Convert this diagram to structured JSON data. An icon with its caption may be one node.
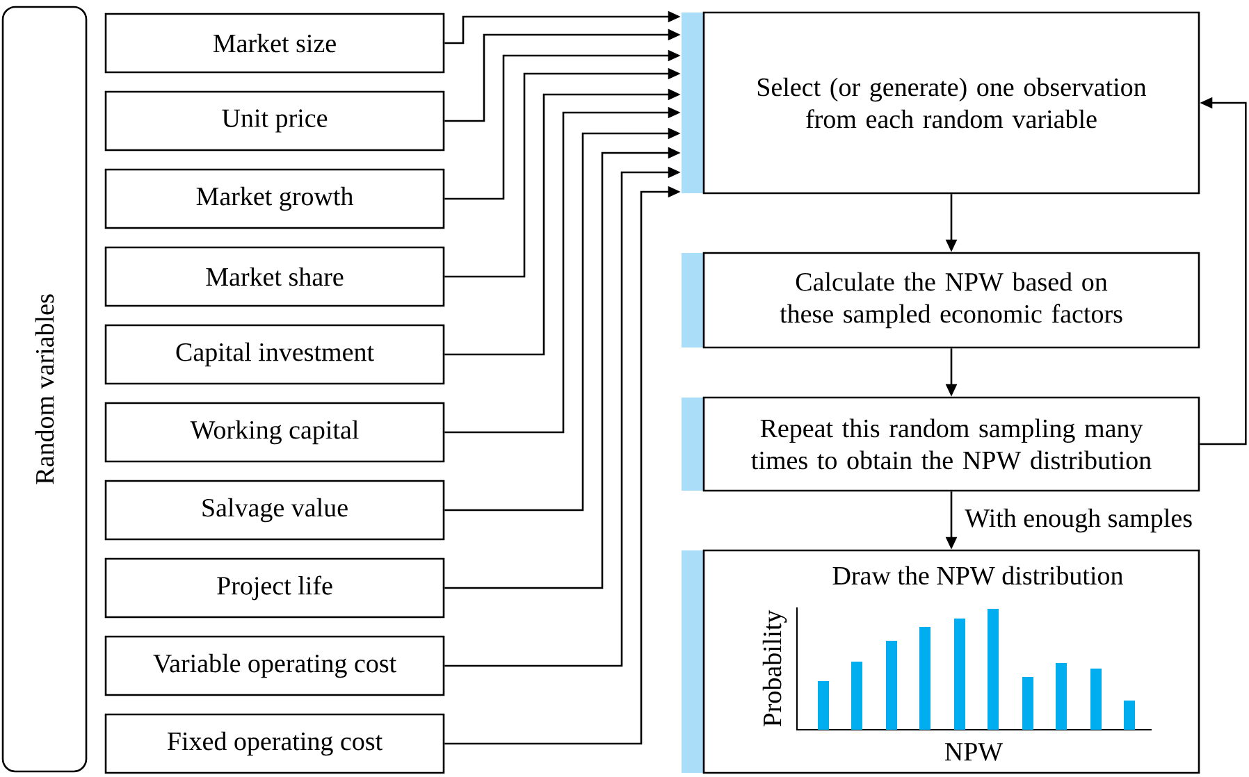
{
  "diagram": {
    "nodes": [
      {
        "text": [
          "Random variables"
        ]
      },
      {
        "text": [
          "Market size"
        ]
      },
      {
        "text": [
          "Unit price"
        ]
      },
      {
        "text": [
          "Market growth"
        ]
      },
      {
        "text": [
          "Market share"
        ]
      },
      {
        "text": [
          "Capital investment"
        ]
      },
      {
        "text": [
          "Working capital"
        ]
      },
      {
        "text": [
          "Salvage value"
        ]
      },
      {
        "text": [
          "Project life"
        ]
      },
      {
        "text": [
          "Variable operating cost"
        ]
      },
      {
        "text": [
          "Fixed operating cost"
        ]
      },
      {
        "text": [
          "Select (or generate) one observation from each random variable"
        ]
      },
      {
        "text": [
          "Calculate the NPW based on these sampled economic factors"
        ]
      },
      {
        "text": [
          "Repeat this random sampling many times to obtain the NPW distribution"
        ]
      },
      {
        "text": [
          "Draw the NPW distribution",
          "Probability",
          "NPW"
        ]
      }
    ],
    "edges": [
      {
        "from": 1,
        "to": 11,
        "arrow": "to"
      },
      {
        "from": 2,
        "to": 11,
        "arrow": "to"
      },
      {
        "from": 3,
        "to": 11,
        "arrow": "to"
      },
      {
        "from": 4,
        "to": 11,
        "arrow": "to"
      },
      {
        "from": 5,
        "to": 11,
        "arrow": "to"
      },
      {
        "from": 6,
        "to": 11,
        "arrow": "to"
      },
      {
        "from": 7,
        "to": 11,
        "arrow": "to"
      },
      {
        "from": 8,
        "to": 11,
        "arrow": "to"
      },
      {
        "from": 9,
        "to": 11,
        "arrow": "to"
      },
      {
        "from": 10,
        "to": 11,
        "arrow": "to"
      },
      {
        "from": 11,
        "to": 12,
        "arrow": "to"
      },
      {
        "from": 12,
        "to": 13,
        "arrow": "to"
      },
      {
        "from": 13,
        "to": 14,
        "arrow": "to",
        "label": "With enough samples"
      },
      {
        "from": 13,
        "to": 11,
        "arrow": "to"
      }
    ]
  }
}
